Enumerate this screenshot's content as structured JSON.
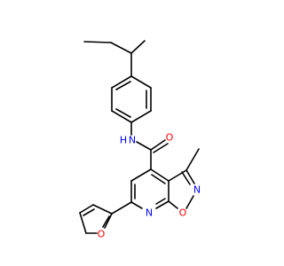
{
  "molecule": {
    "atoms": {
      "O_carbonyl": {
        "symbol": "O"
      },
      "NH_amide": {
        "symbol": "N",
        "hydrogens": "H"
      },
      "N_isoxazole": {
        "symbol": "N"
      },
      "N_pyridine": {
        "symbol": "N"
      },
      "O_isoxazole": {
        "symbol": "O"
      },
      "O_furan": {
        "symbol": "O"
      }
    },
    "colors": {
      "bond": "#000000",
      "nitrogen": "#0000ff",
      "oxygen": "#ff0000"
    }
  }
}
